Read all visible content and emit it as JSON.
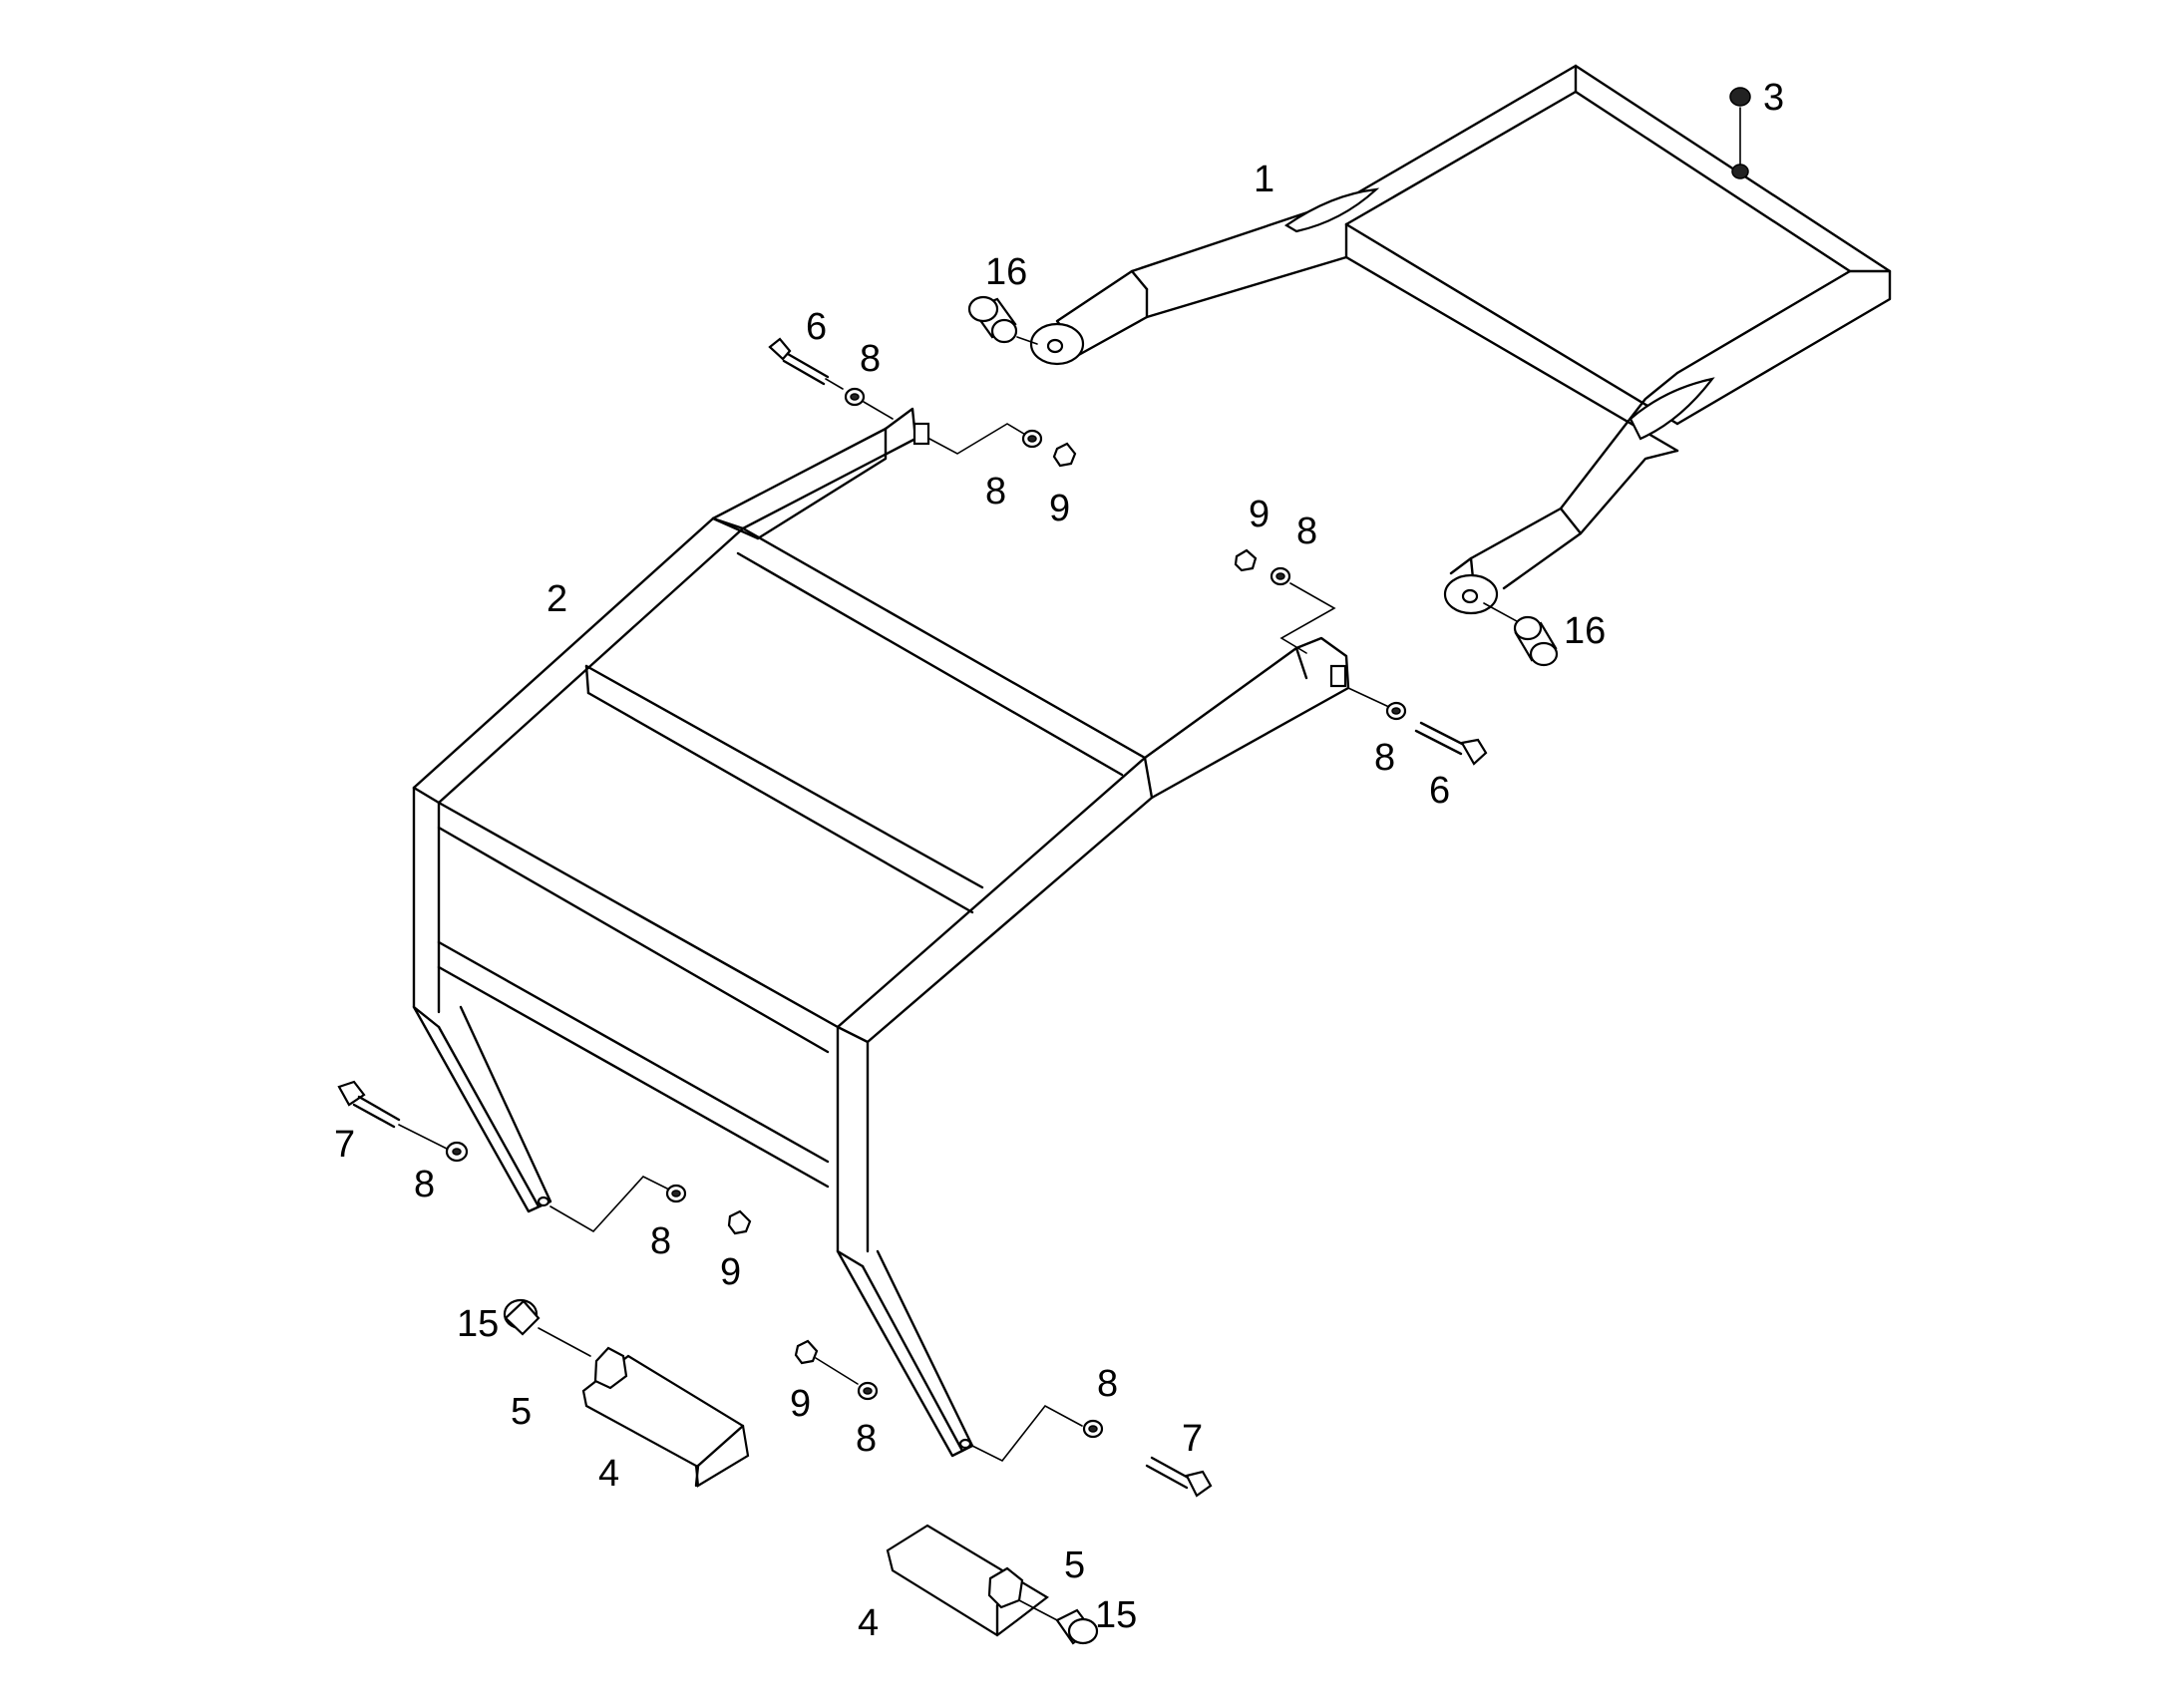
{
  "diagram": {
    "callouts": {
      "c1": "1",
      "c2": "2",
      "c3": "3",
      "c4a": "4",
      "c4b": "4",
      "c5a": "5",
      "c5b": "5",
      "c6a": "6",
      "c6b": "6",
      "c7a": "7",
      "c7b": "7",
      "c8a": "8",
      "c8b": "8",
      "c8c": "8",
      "c8d": "8",
      "c8e": "8",
      "c8f": "8",
      "c8g": "8",
      "c8h": "8",
      "c9a": "9",
      "c9b": "9",
      "c9c": "9",
      "c9d": "9",
      "c15a": "15",
      "c15b": "15",
      "c16a": "16",
      "c16b": "16"
    }
  }
}
